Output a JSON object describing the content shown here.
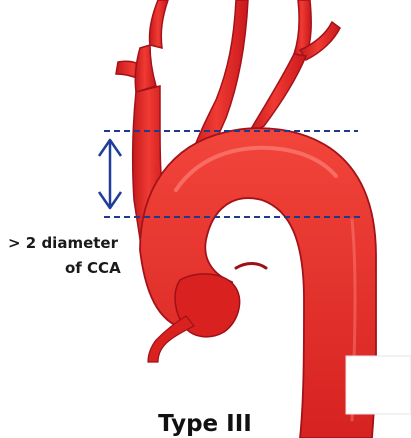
{
  "label": {
    "line1": "> 2 diameter",
    "line2": "of CCA"
  },
  "title": "Type III",
  "colors": {
    "artery": "#ec2a26",
    "artery_dark": "#b9141a",
    "artery_highlight": "#ff8a80",
    "dashed_line": "#1e3a8a",
    "arrow": "#1f3d99"
  }
}
